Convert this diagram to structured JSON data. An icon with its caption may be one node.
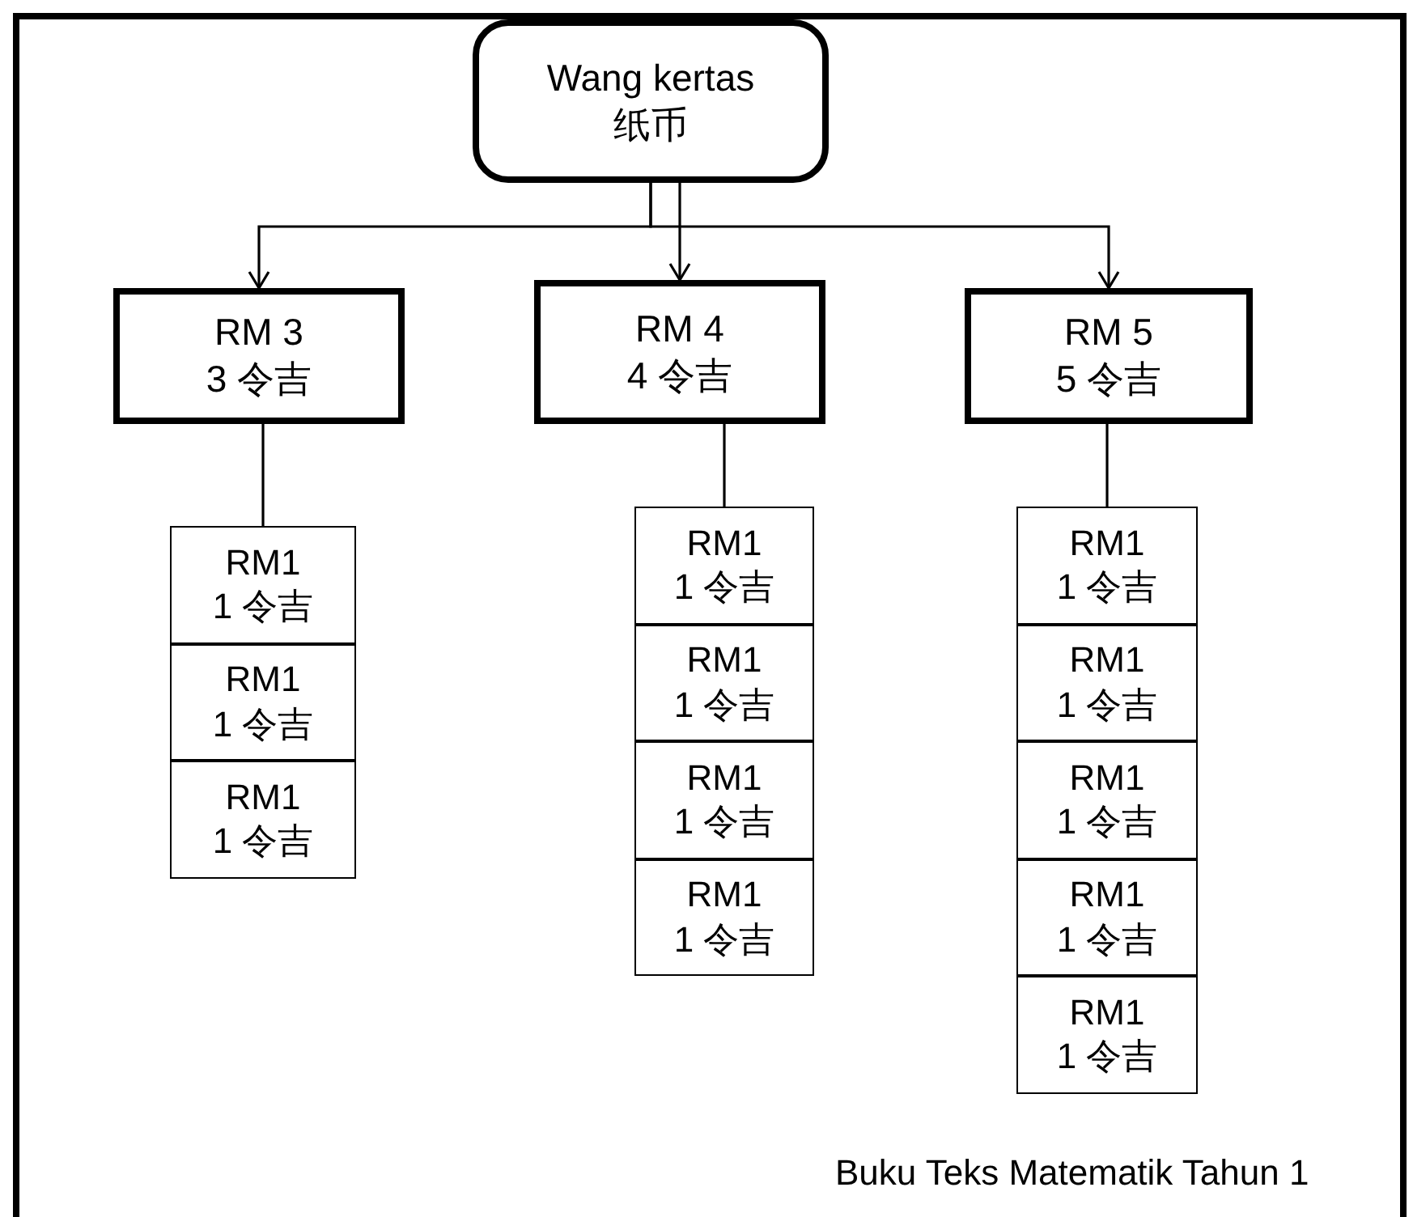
{
  "diagram": {
    "caption": "Buku Teks Matematik Tahun 1",
    "nodes": [
      {
        "text": [
          "Wang kertas",
          "纸币"
        ]
      },
      {
        "text": [
          "RM 3",
          "3 令吉"
        ]
      },
      {
        "text": [
          "RM 4",
          "4 令吉"
        ]
      },
      {
        "text": [
          "RM 5",
          "5 令吉"
        ]
      },
      {
        "text": [
          "RM1",
          "1 令吉"
        ]
      },
      {
        "text": [
          "RM1",
          "1 令吉"
        ]
      },
      {
        "text": [
          "RM1",
          "1 令吉"
        ]
      },
      {
        "text": [
          "RM1",
          "1 令吉"
        ]
      },
      {
        "text": [
          "RM1",
          "1 令吉"
        ]
      },
      {
        "text": [
          "RM1",
          "1 令吉"
        ]
      },
      {
        "text": [
          "RM1",
          "1 令吉"
        ]
      },
      {
        "text": [
          "RM1",
          "1 令吉"
        ]
      },
      {
        "text": [
          "RM1",
          "1 令吉"
        ]
      },
      {
        "text": [
          "RM1",
          "1 令吉"
        ]
      },
      {
        "text": [
          "RM1",
          "1 令吉"
        ]
      },
      {
        "text": [
          "RM1",
          "1 令吉"
        ]
      }
    ],
    "edges": [
      {
        "from": 0,
        "to": 1,
        "arrow": "to"
      },
      {
        "from": 0,
        "to": 2,
        "arrow": "to"
      },
      {
        "from": 0,
        "to": 3,
        "arrow": "to"
      },
      {
        "from": 1,
        "to": 4,
        "arrow": "none"
      },
      {
        "from": 2,
        "to": 7,
        "arrow": "none"
      },
      {
        "from": 3,
        "to": 11,
        "arrow": "none"
      }
    ]
  }
}
